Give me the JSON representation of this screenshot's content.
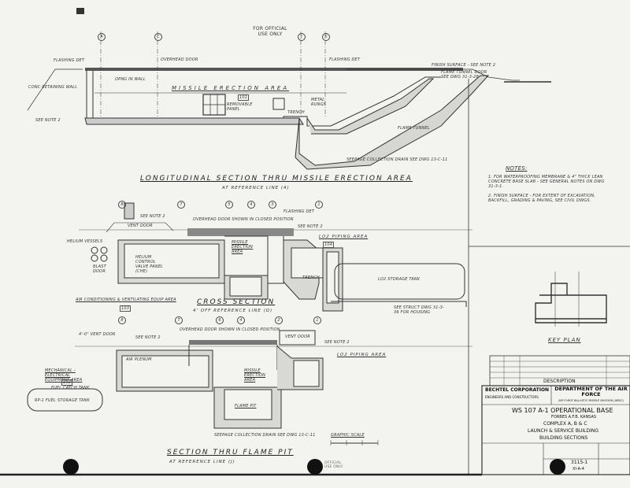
{
  "header": {
    "classification": "FOR OFFICIAL USE ONLY"
  },
  "sections": {
    "longitudinal": {
      "title": "LONGITUDINAL SECTION THRU MISSILE ERECTION AREA",
      "subtitle": "AT REFERENCE LINE (4)",
      "grid_bubbles": [
        "A",
        "C",
        "J",
        "K"
      ],
      "labels": {
        "flashing_left": "FLASHING DET",
        "overhead_door": "OVERHEAD DOOR",
        "conc_retaining_wall": "CONC RETAINING WALL",
        "see_note_2": "SEE NOTE 2",
        "opng_in_wall": "OPNG IN WALL",
        "area_name": "MISSILE ERECTION AREA",
        "room_no": "101",
        "removable_panel": "REMOVABLE PANEL",
        "trench": "TRENCH",
        "metal_rungs": "METAL RUNGS",
        "flashing_right": "FLASHING DET",
        "finish_surface": "FINISH SURFACE - SEE NOTE 2",
        "flame_tunnel_door": "FLAME TUNNEL DOOR SEE DWG 31-3-28",
        "flame_tunnel": "FLAME TUNNEL",
        "seepage_drain": "SEEPAGE COLLECTION DRAIN SEE DWG 13-C-11"
      }
    },
    "cross": {
      "title": "CROSS SECTION",
      "subtitle": "4' OFF REFERENCE LINE (D)",
      "grid_bubbles": [
        "8",
        "7",
        "5",
        "4",
        "3",
        "1"
      ],
      "labels": {
        "see_note_2a": "SEE NOTE 2",
        "vent_door": "VENT DOOR",
        "overhead_door": "OVERHEAD DOOR SHOWN IN CLOSED POSITION",
        "flashing": "FLASHING DET",
        "see_note_2b": "SEE NOTE 2",
        "helium_vessels": "HELIUM VESSELS",
        "blast_door": "BLAST DOOR",
        "helium_control": "HELIUM CONTROL VALVE PANEL (CHE)",
        "missile_area": "MISSILE ERECTION AREA",
        "lo2_piping": "LO2 PIPING AREA",
        "lo2_room": "104",
        "lo2_tank": "LO2 STORAGE TANK",
        "trench": "TRENCH",
        "air_cond": "AIR CONDITIONING & VENTILATING EQUIP AREA",
        "air_cond_room": "103",
        "struct_note": "SEE STRUCT DWG 31-3-36 FOR HOUSING"
      }
    },
    "flame_pit": {
      "title": "SECTION THRU FLAME PIT",
      "subtitle": "AT REFERENCE LINE (J)",
      "grid_bubbles": [
        "8",
        "7",
        "6",
        "4",
        "2",
        "1"
      ],
      "labels": {
        "vent_door_size": "4'-0\" VENT DOOR",
        "see_note_2a": "SEE NOTE 2",
        "overhead_door": "OVERHEAD DOOR SHOWN IN CLOSED POSITION",
        "vent_door": "VENT DOOR",
        "see_note_2b": "SEE NOTE 2",
        "air_plenum": "AIR PLENUM",
        "mech_elec": "MECHANICAL - ELECTRICAL EQUIPMENT AREA",
        "mech_room": "102",
        "fuel_catch": "FUEL CATCH TANK",
        "rp1_tank": "RP-1 FUEL STORAGE TANK",
        "missile_area": "MISSILE ERECTION AREA",
        "lo2_piping": "LO2 PIPING AREA",
        "flame_pit": "FLAME PIT",
        "seepage": "SEEPAGE COLLECTION DRAIN SEE DWG 13-C-11",
        "graphic_scale": "GRAPHIC SCALE"
      }
    }
  },
  "notes": {
    "title": "NOTES:",
    "items": [
      "1. FOR WATERPROOFING MEMBRANE & 4\" THICK LEAN CONCRETE BASE SLAB - SEE GENERAL NOTES ON DWG 31-3-1.",
      "2. FINISH SURFACE - FOR EXTENT OF EXCAVATION, BACKFILL, GRADING & PAVING, SEE CIVIL DWGS."
    ]
  },
  "key_plan": {
    "title": "KEY PLAN"
  },
  "title_block": {
    "company": "BECHTEL CORPORATION",
    "company_sub": "ENGINEERS AND CONSTRUCTORS",
    "agency": "DEPARTMENT OF THE AIR FORCE",
    "agency_sub": "AIR FORCE BALLISTIC MISSILE DIVISION (ARDC)",
    "project": "WS 107 A-1 OPERATIONAL BASE",
    "location": "FORBES A.F.B. KANSAS",
    "complex": "COMPLEX A, B & C",
    "building": "LAUNCH & SERVICE BUILDING",
    "sheet_title": "BUILDING SECTIONS",
    "drawing_no": "3115-1",
    "drawing_sub": "XI-A-4",
    "revisions_header": "DESCRIPTION"
  },
  "footer": {
    "stamp": "OFFICIAL USE ONLY"
  }
}
